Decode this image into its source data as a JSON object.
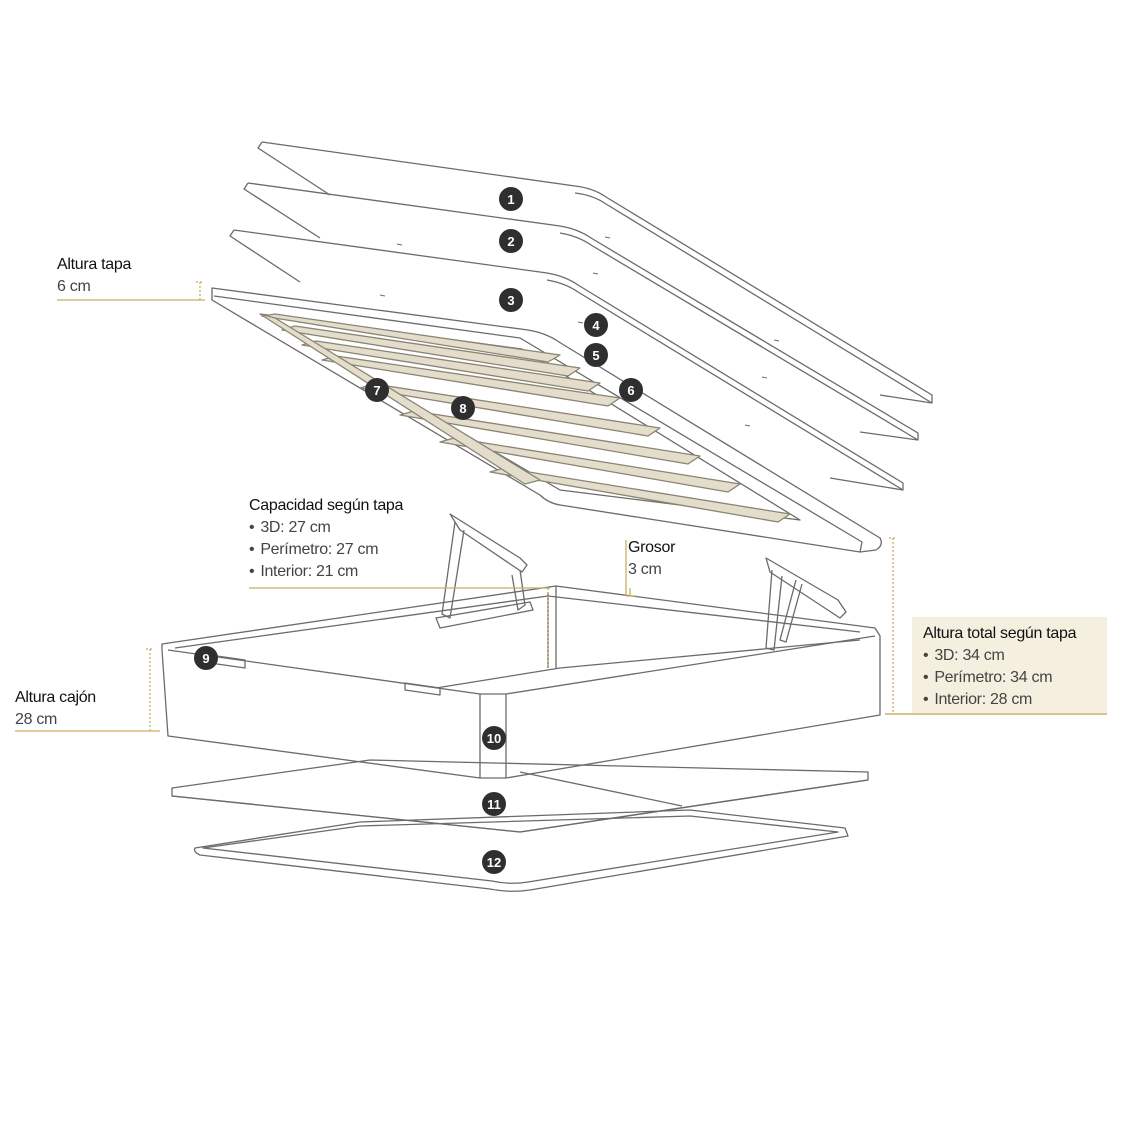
{
  "colors": {
    "line": "#6b6b6b",
    "accent": "#c9ae62",
    "slat_fill": "#e4ddcb",
    "highlight_bg": "#f4efdf",
    "badge": "#2f2f2f"
  },
  "labels": {
    "altura_tapa": {
      "title": "Altura tapa",
      "value": "6 cm"
    },
    "altura_cajon": {
      "title": "Altura cajón",
      "value": "28 cm"
    },
    "capacidad": {
      "title": "Capacidad según tapa",
      "items": [
        "3D: 27 cm",
        "Perímetro: 27 cm",
        "Interior: 21 cm"
      ]
    },
    "grosor": {
      "title": "Grosor",
      "value": "3 cm"
    },
    "altura_total": {
      "title": "Altura total según tapa",
      "items": [
        "3D: 34 cm",
        "Perímetro: 34 cm",
        "Interior: 28 cm"
      ]
    }
  },
  "badges": [
    "1",
    "2",
    "3",
    "4",
    "5",
    "6",
    "7",
    "8",
    "9",
    "10",
    "11",
    "12"
  ]
}
